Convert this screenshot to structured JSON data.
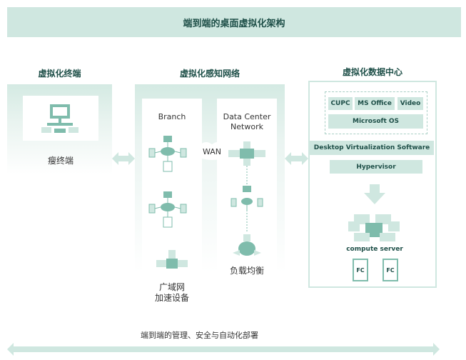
{
  "banner": {
    "title": "端到端的桌面虚拟化架构"
  },
  "columns": {
    "terminal": "虚拟化终端",
    "network": "虚拟化感知网络",
    "datacenter": "虚拟化数据中心"
  },
  "terminal": {
    "label": "瘦终端"
  },
  "network": {
    "branch": "Branch",
    "dc_line1": "Data Center",
    "dc_line2": "Network",
    "wan": "WAN",
    "accel_line1": "广域网",
    "accel_line2": "加速设备",
    "lb": "负载均衡"
  },
  "datacenter": {
    "apps": [
      "CUPC",
      "MS Office",
      "Video"
    ],
    "os": "Microsoft OS",
    "dvs": "Desktop Virtualization Software",
    "hypervisor": "Hypervisor",
    "compute": "compute server",
    "fc": [
      "FC",
      "FC"
    ]
  },
  "footer": {
    "text": "端到端的管理、安全与自动化部署"
  },
  "colors": {
    "accent": "#7fbcac",
    "light": "#cfe7e0",
    "dark": "#1e4f48"
  }
}
